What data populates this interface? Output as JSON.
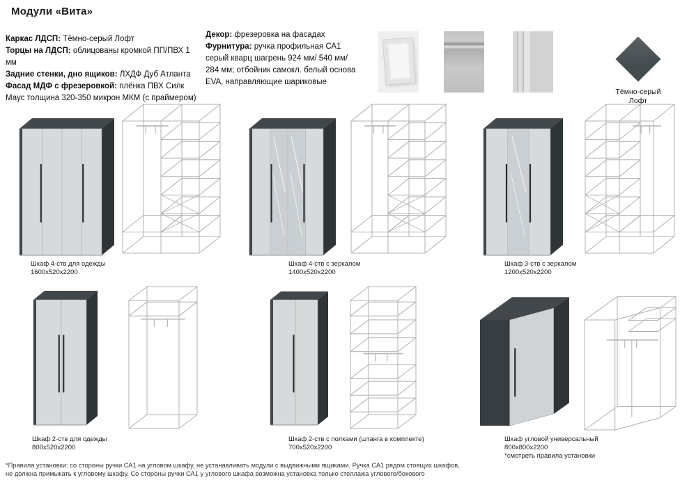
{
  "page": {
    "title": "Модули «Вита»"
  },
  "specs": {
    "left": [
      {
        "label": "Каркас ЛДСП:",
        "text": " Тёмно-серый Лофт"
      },
      {
        "label": "Торцы на ЛДСП:",
        "text": " облицованы кромкой ПП/ПВХ 1 мм"
      },
      {
        "label": "Задние стенки, дно ящиков:",
        "text": " ЛХДФ Дуб Атланта"
      },
      {
        "label": "Фасад МДФ с фрезеровкой:",
        "text": " плёнка ПВХ Силк Маус толщина 320-350 микрон МКМ (с праймером)"
      }
    ],
    "right": [
      {
        "label": "Декор:",
        "text": " фрезеровка на фасадах"
      },
      {
        "label": "Фурнитура:",
        "text": " ручка профильная СА1 серый кварц шагрень 924 мм/ 540 мм/ 284 мм; отбойник самокл. белый основа EVA, направляющие шариковые"
      }
    ]
  },
  "swatch": {
    "label_line1": "Тёмно-серый",
    "label_line2": "Лофт",
    "color": "#4b5357"
  },
  "modules": [
    {
      "name": "Шкаф 4-ств для одежды",
      "size": "1600x520x2200"
    },
    {
      "name": "Шкаф 4-ств с зеркалом",
      "size": "1400x520x2200"
    },
    {
      "name": "Шкаф 3-ств с зеркалом",
      "size": "1200x520x2200"
    },
    {
      "name": "Шкаф 2-ств для одежды",
      "size": "800x520x2200"
    },
    {
      "name": "Шкаф 2-ств с полками (штанга в комплекте)",
      "size": "700x520x2200"
    },
    {
      "name": "Шкаф угловой универсальный",
      "size": "800x800x2200",
      "note": "*смотреть правила установки"
    }
  ],
  "footnote": {
    "line1": "*Правила установки: со стороны ручки СА1 на угловом шкафу, не устанавливать модули с выдвижными ящиками. Ручка СА1 рядом стоящих шкафов,",
    "line2": "не должна примыкать к угловому шкафу. Со стороны ручки СА1 у углового шкафа возможна установка только стеллажа углового/бокового"
  },
  "colors": {
    "carcass_top": "#41474a",
    "carcass_side": "#2f3437",
    "facade_light": "#d7d9da",
    "mirror": "#c9cfd3",
    "handle": "#2c3033",
    "separator": "#b9bcbe",
    "wireframe": "#b0b0b0",
    "swatch": "#4b5357"
  }
}
